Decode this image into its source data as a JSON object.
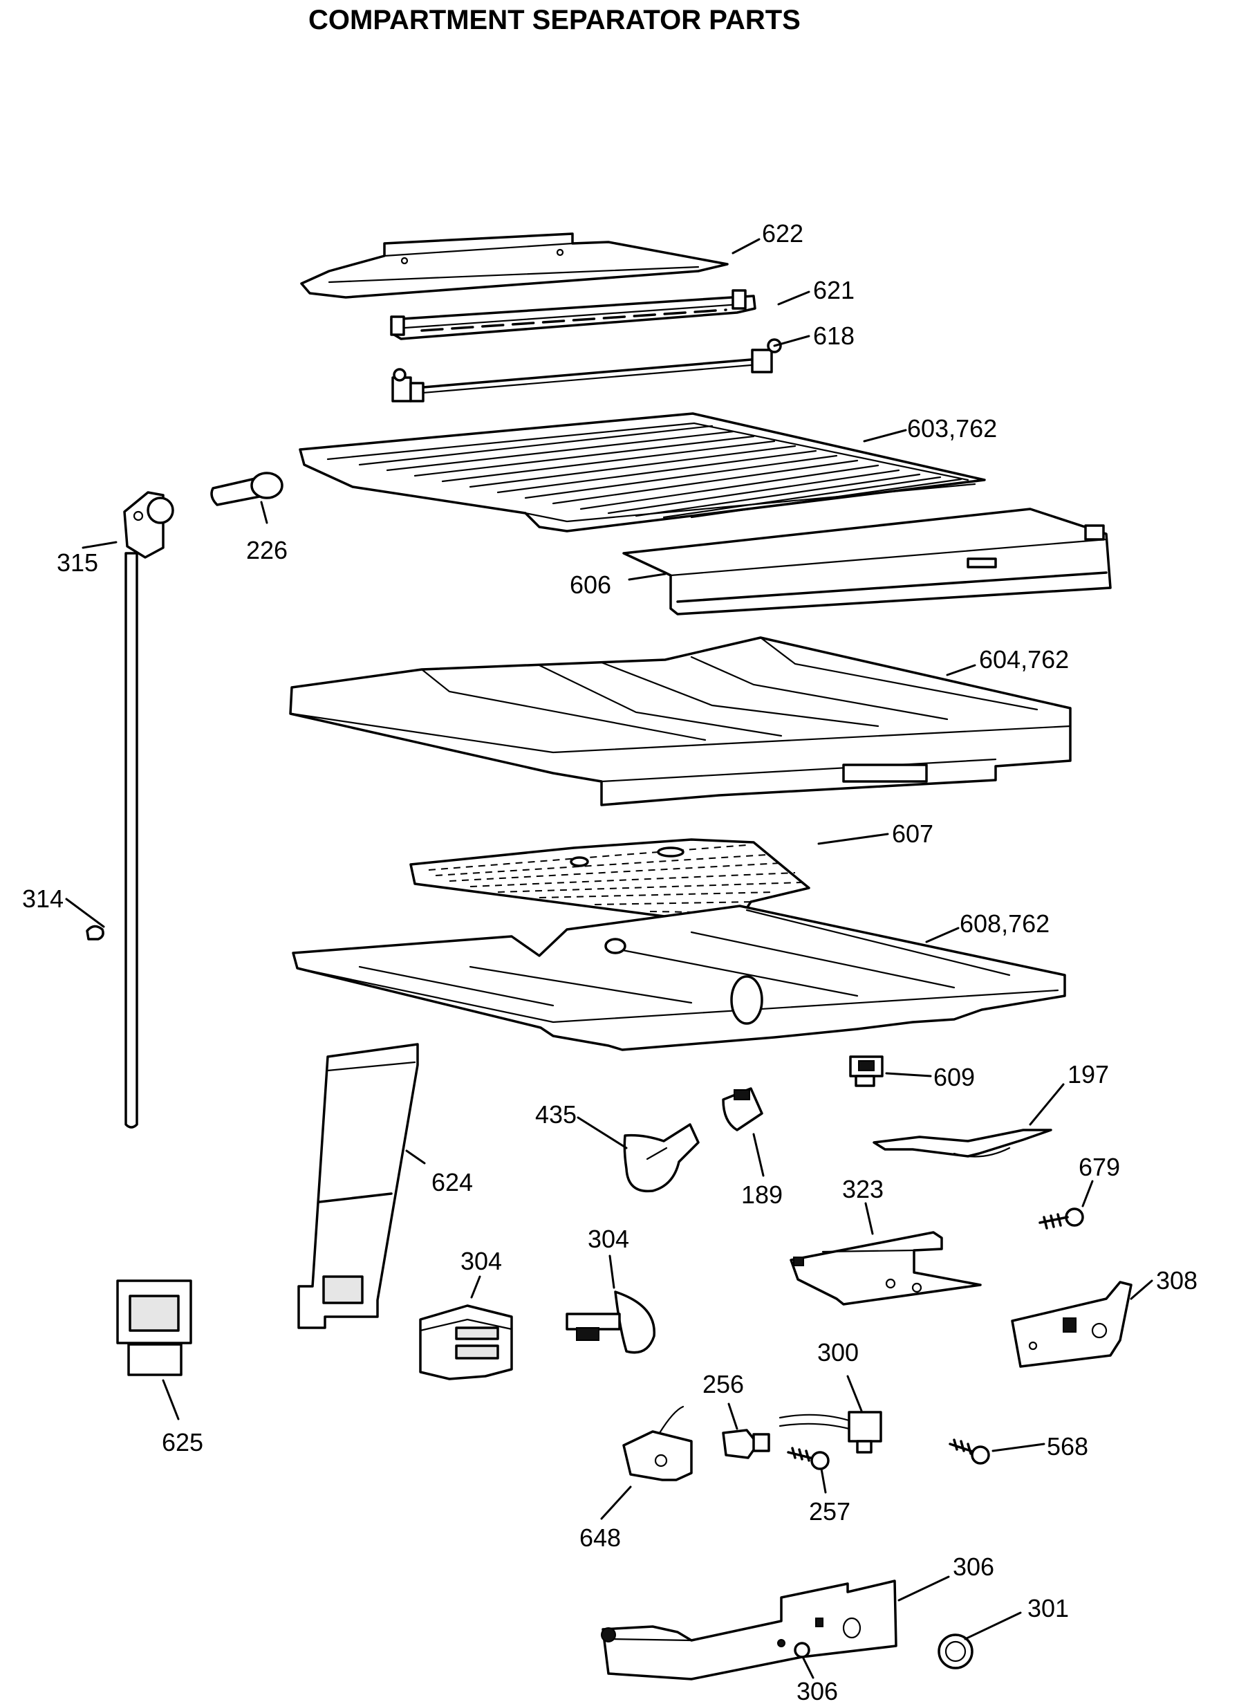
{
  "title": "COMPARTMENT SEPARATOR PARTS",
  "callouts": {
    "c622": "622",
    "c621": "621",
    "c618": "618",
    "c603": "603,762",
    "c315": "315",
    "c226": "226",
    "c606": "606",
    "c604": "604,762",
    "c607": "607",
    "c314": "314",
    "c608": "608,762",
    "c609": "609",
    "c197": "197",
    "c435": "435",
    "c624": "624",
    "c189": "189",
    "c679": "679",
    "c323": "323",
    "c304a": "304",
    "c304b": "304",
    "c308": "308",
    "c300": "300",
    "c256": "256",
    "c625": "625",
    "c568": "568",
    "c257": "257",
    "c648": "648",
    "c306a": "306",
    "c301": "301",
    "c306b": "306"
  }
}
